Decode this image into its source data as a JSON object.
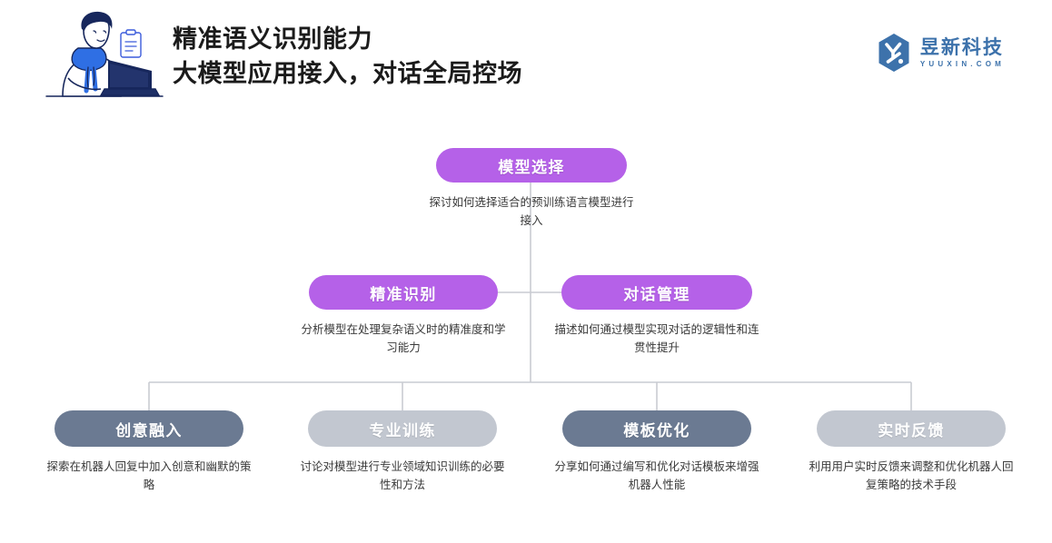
{
  "header": {
    "title_line1": "精准语义识别能力",
    "title_line2": "大模型应用接入，对话全局控场",
    "illustration_name": "person-working-on-laptop-illustration",
    "logo": {
      "brand_cn": "昱新科技",
      "brand_en": "YUUXIN.COM",
      "mark_color": "#3d72ab"
    }
  },
  "diagram": {
    "colors": {
      "purple": "#b561e8",
      "slate": "#6b7a92",
      "light_gray": "#c2c7d0",
      "edge": "#c9ccd2"
    },
    "root": {
      "label": "模型选择",
      "desc": "探讨如何选择适合的预训练语言模型进行接入"
    },
    "level2": [
      {
        "label": "精准识别",
        "desc": "分析模型在处理复杂语义时的精准度和学习能力"
      },
      {
        "label": "对话管理",
        "desc": "描述如何通过模型实现对话的逻辑性和连贯性提升"
      }
    ],
    "level3": [
      {
        "label": "创意融入",
        "desc": "探索在机器人回复中加入创意和幽默的策略"
      },
      {
        "label": "专业训练",
        "desc": "讨论对模型进行专业领域知识训练的必要性和方法"
      },
      {
        "label": "模板优化",
        "desc": "分享如何通过编写和优化对话模板来增强机器人性能"
      },
      {
        "label": "实时反馈",
        "desc": "利用用户实时反馈来调整和优化机器人回复策略的技术手段"
      }
    ]
  }
}
